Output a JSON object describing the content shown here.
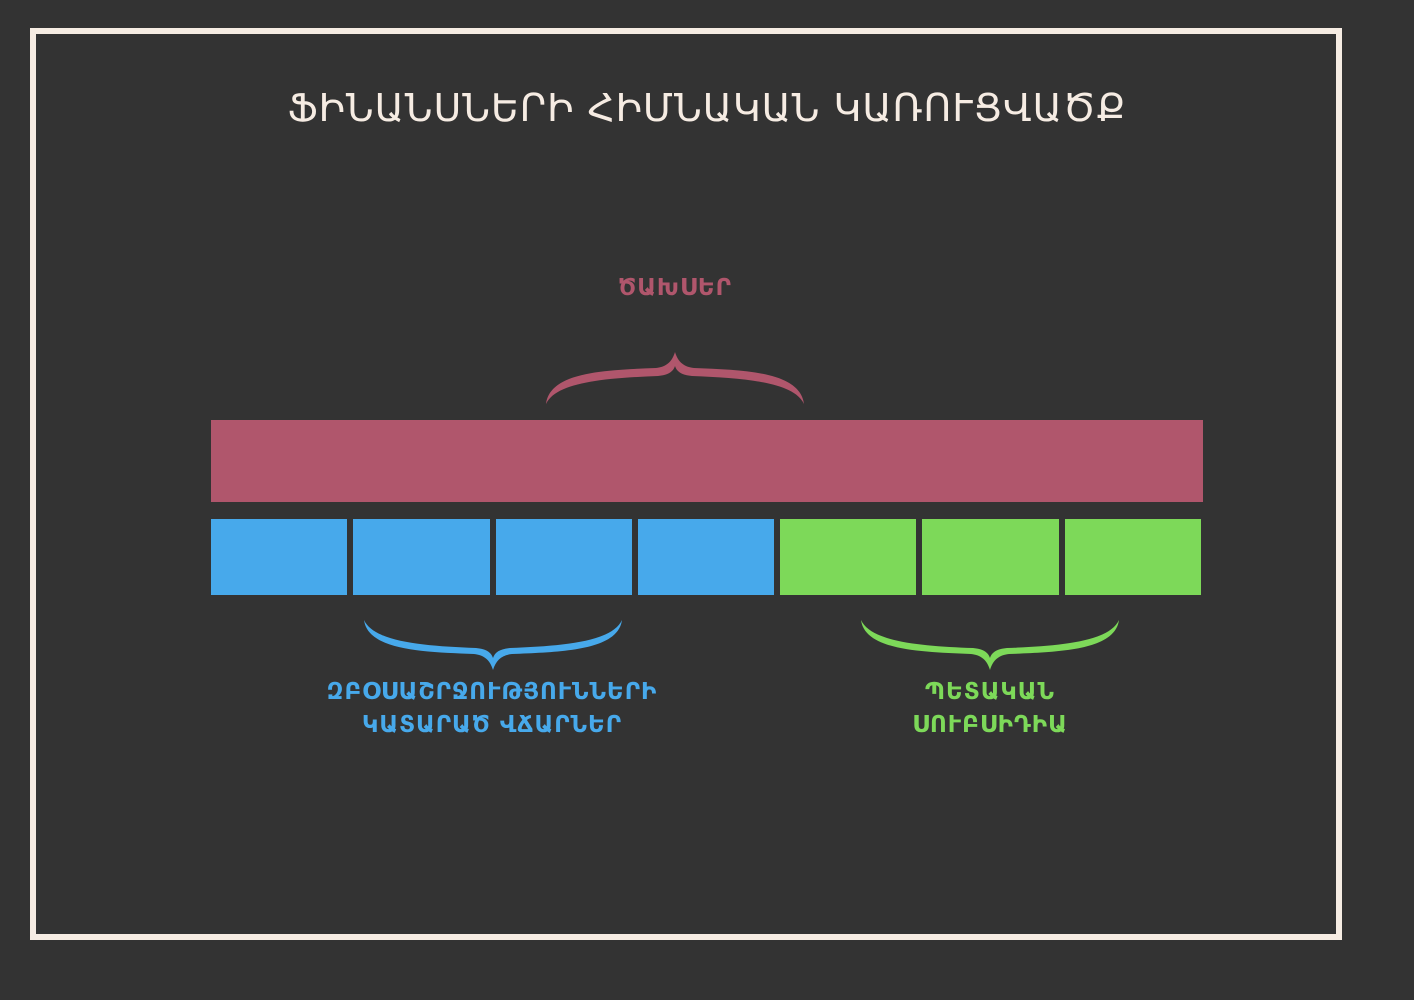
{
  "title": "ՖԻՆԱՆՍՆԵՐԻ ՀԻՄՆԱԿԱՆ ԿԱՌՈՒՑՎԱԾՔ",
  "colors": {
    "background": "#333333",
    "frame": "#f6ece3",
    "costs": "#b0566c",
    "consumer_payments": "#47a9eb",
    "state_subsidy": "#7dd959"
  },
  "costs": {
    "label": "ԾԱԽՍԵՐ",
    "color": "#b0566c"
  },
  "segments": [
    {
      "group": "consumer_payments"
    },
    {
      "group": "consumer_payments"
    },
    {
      "group": "consumer_payments"
    },
    {
      "group": "consumer_payments"
    },
    {
      "group": "state_subsidy"
    },
    {
      "group": "state_subsidy"
    },
    {
      "group": "state_subsidy"
    }
  ],
  "consumer_payments": {
    "label_lines": [
      "ԶԲՕՍԱՇՐՋՈՒԹՅՈՒՆՆԵՐԻ",
      "ԿԱՏԱՐԱԾ ՎՃԱՐՆԵՐ"
    ],
    "color": "#47a9eb"
  },
  "state_subsidy": {
    "label_lines": [
      "ՊԵՏԱԿԱՆ",
      "ՍՈՒԲՍԻԴԻԱ"
    ],
    "color": "#7dd959"
  }
}
